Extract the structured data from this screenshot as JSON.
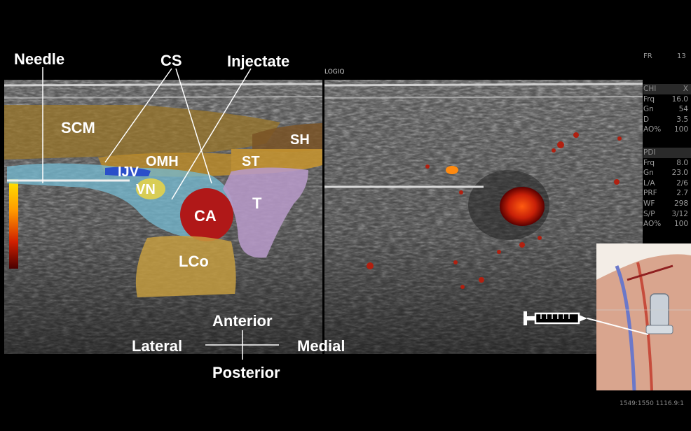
{
  "labels": {
    "needle": "Needle",
    "cs": "CS",
    "injectate": "Injectate",
    "scm": "SCM",
    "sh": "SH",
    "omh": "OMH",
    "st": "ST",
    "ijv": "IJV",
    "vn": "VN",
    "ca": "CA",
    "t": "T",
    "lco": "LCo"
  },
  "orientation": {
    "anterior": "Anterior",
    "posterior": "Posterior",
    "lateral": "Lateral",
    "medial": "Medial"
  },
  "device": {
    "brand": "LOGIQ",
    "frame_rate_label": "FR",
    "frame_rate_value": "13",
    "footer": "1549:1550 1116.9:1"
  },
  "params_chi": [
    {
      "k": "CHI",
      "v": "X",
      "header": true
    },
    {
      "k": "Frq",
      "v": "16.0"
    },
    {
      "k": "Gn",
      "v": "54"
    },
    {
      "k": "D",
      "v": "3.5"
    },
    {
      "k": "AO%",
      "v": "100"
    }
  ],
  "params_pdi": [
    {
      "k": "PDI",
      "v": "",
      "header": true
    },
    {
      "k": "Frq",
      "v": "8.0"
    },
    {
      "k": "Gn",
      "v": "23.0"
    },
    {
      "k": "L/A",
      "v": "2/6"
    },
    {
      "k": "PRF",
      "v": "2.7"
    },
    {
      "k": "WF",
      "v": "298"
    },
    {
      "k": "S/P",
      "v": "3/12"
    },
    {
      "k": "AO%",
      "v": "100"
    }
  ],
  "colors": {
    "scm": "#9a7628",
    "omh": "#b88a2a",
    "sh": "#7a5426",
    "st": "#c39230",
    "injectate": "#74b8d0",
    "ijv": "#2a4fc9",
    "vn": "#e3d24a",
    "ca": "#b01818",
    "t": "#b79ac8",
    "lco": "#c9a040",
    "doppler": "#d83010"
  }
}
